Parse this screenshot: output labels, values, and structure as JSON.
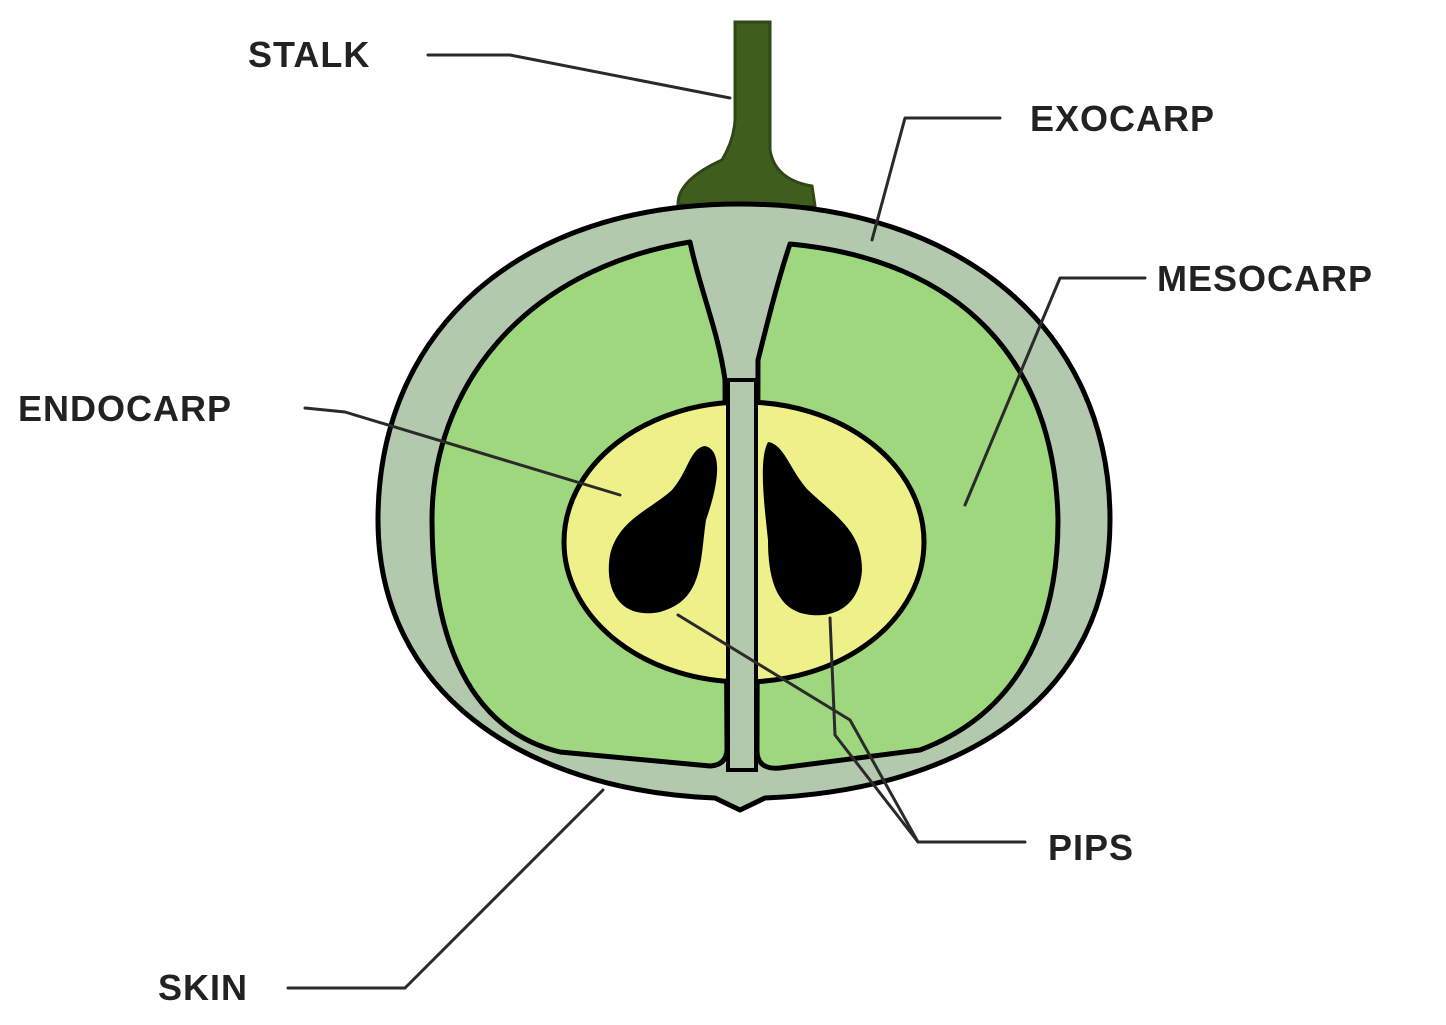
{
  "labels": {
    "stalk": "STALK",
    "exocarp": "EXOCARP",
    "mesocarp": "MESOCARP",
    "endocarp": "ENDOCARP",
    "pips": "PIPS",
    "skin": "SKIN"
  },
  "colors": {
    "background": "#ffffff",
    "stalk": "#3f5e1d",
    "skin_exocarp": "#b3c9ad",
    "mesocarp": "#9ed77d",
    "endocarp": "#eef08a",
    "pips": "#000000",
    "outline": "#000000",
    "leader_lines": "#2a2a2a"
  }
}
